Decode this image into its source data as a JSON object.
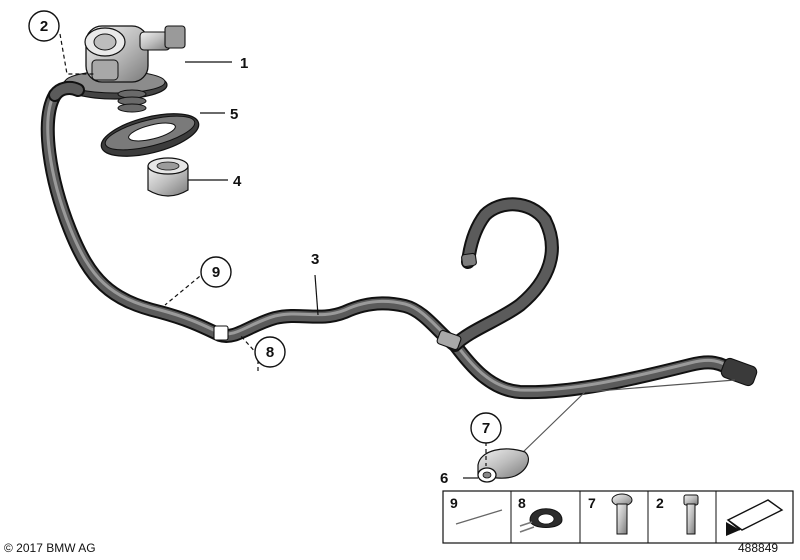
{
  "diagram": {
    "callouts": {
      "c1": "1",
      "c2": "2",
      "c3": "3",
      "c4": "4",
      "c5": "5",
      "c6": "6",
      "c7": "7",
      "c8": "8",
      "c9": "9"
    },
    "legend": {
      "items": [
        "9",
        "8",
        "7",
        "2"
      ]
    },
    "footer": {
      "copyright": "© 2017 BMW AG",
      "diagram_number": "488849"
    }
  },
  "colors": {
    "line": "#111111",
    "hose": "#5b5b5b",
    "metal": "#cfcfcf",
    "background": "#ffffff"
  }
}
